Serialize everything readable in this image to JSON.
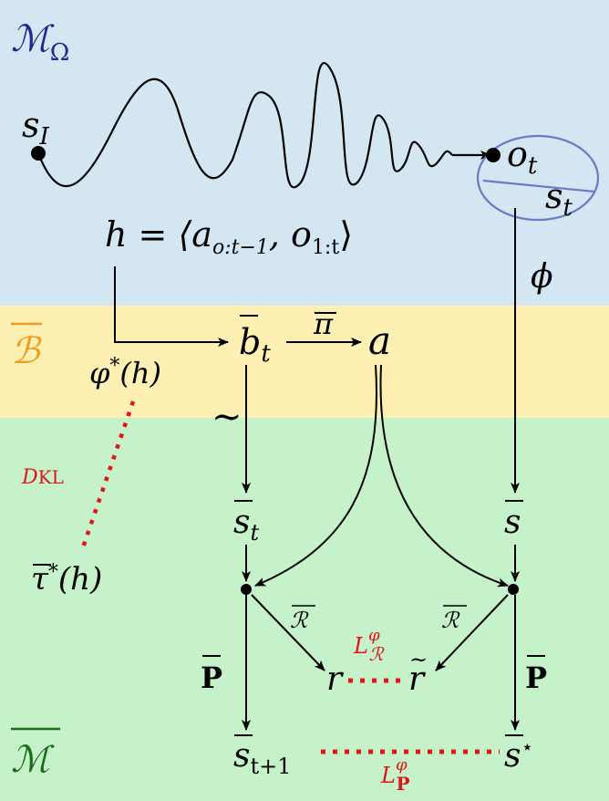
{
  "colors": {
    "top_band": "#d4e6f1",
    "mid_band": "#fdf0b2",
    "bottom_band": "#c5f2c8",
    "top_label": "#1a2a8f",
    "mid_label": "#f39a1e",
    "bottom_label": "#1a6b1a",
    "ellipse": "#6a78c8",
    "loss": "#e0141a",
    "ink": "#000000"
  },
  "regions": {
    "top": {
      "label": "ℳ",
      "sub": "Ω"
    },
    "mid": {
      "label": "ℬ"
    },
    "bottom": {
      "label": "ℳ"
    }
  },
  "nodes": {
    "s_I": {
      "base": "s",
      "sub": "I"
    },
    "history": {
      "lhs": "h = ⟨a",
      "sub1": "o:t−1",
      "mid": ", o",
      "sub2": "1:t",
      "rhs": "⟩"
    },
    "o_t": {
      "base": "o",
      "sub": "t"
    },
    "s_t_top": {
      "base": "s",
      "sub": "t"
    },
    "phi": "ϕ",
    "b_t": {
      "base": "b",
      "sub": "t"
    },
    "pi": "π",
    "a": "a",
    "varphi_h": {
      "base": "φ",
      "sup": "*",
      "arg": "(h)"
    },
    "tilde": "∼",
    "D_KL": {
      "base": "D",
      "sub": "KL"
    },
    "tau_h": {
      "base": "τ",
      "sup": "*",
      "arg": "(h)"
    },
    "s_bar_t": {
      "base": "s",
      "sub": "t"
    },
    "s_bar": "s",
    "R_left": "ℛ",
    "R_right": "ℛ",
    "L_R": {
      "base": "L",
      "sup": "φ",
      "sub": "ℛ"
    },
    "r": "r",
    "r_tilde": "r",
    "P_left": "P",
    "P_right": "P",
    "s_bar_next": {
      "base": "s",
      "sub": "t+1"
    },
    "s_star": {
      "base": "s",
      "sup": "⋆"
    },
    "L_P": {
      "base": "L",
      "sup": "φ",
      "sub": "P"
    }
  }
}
